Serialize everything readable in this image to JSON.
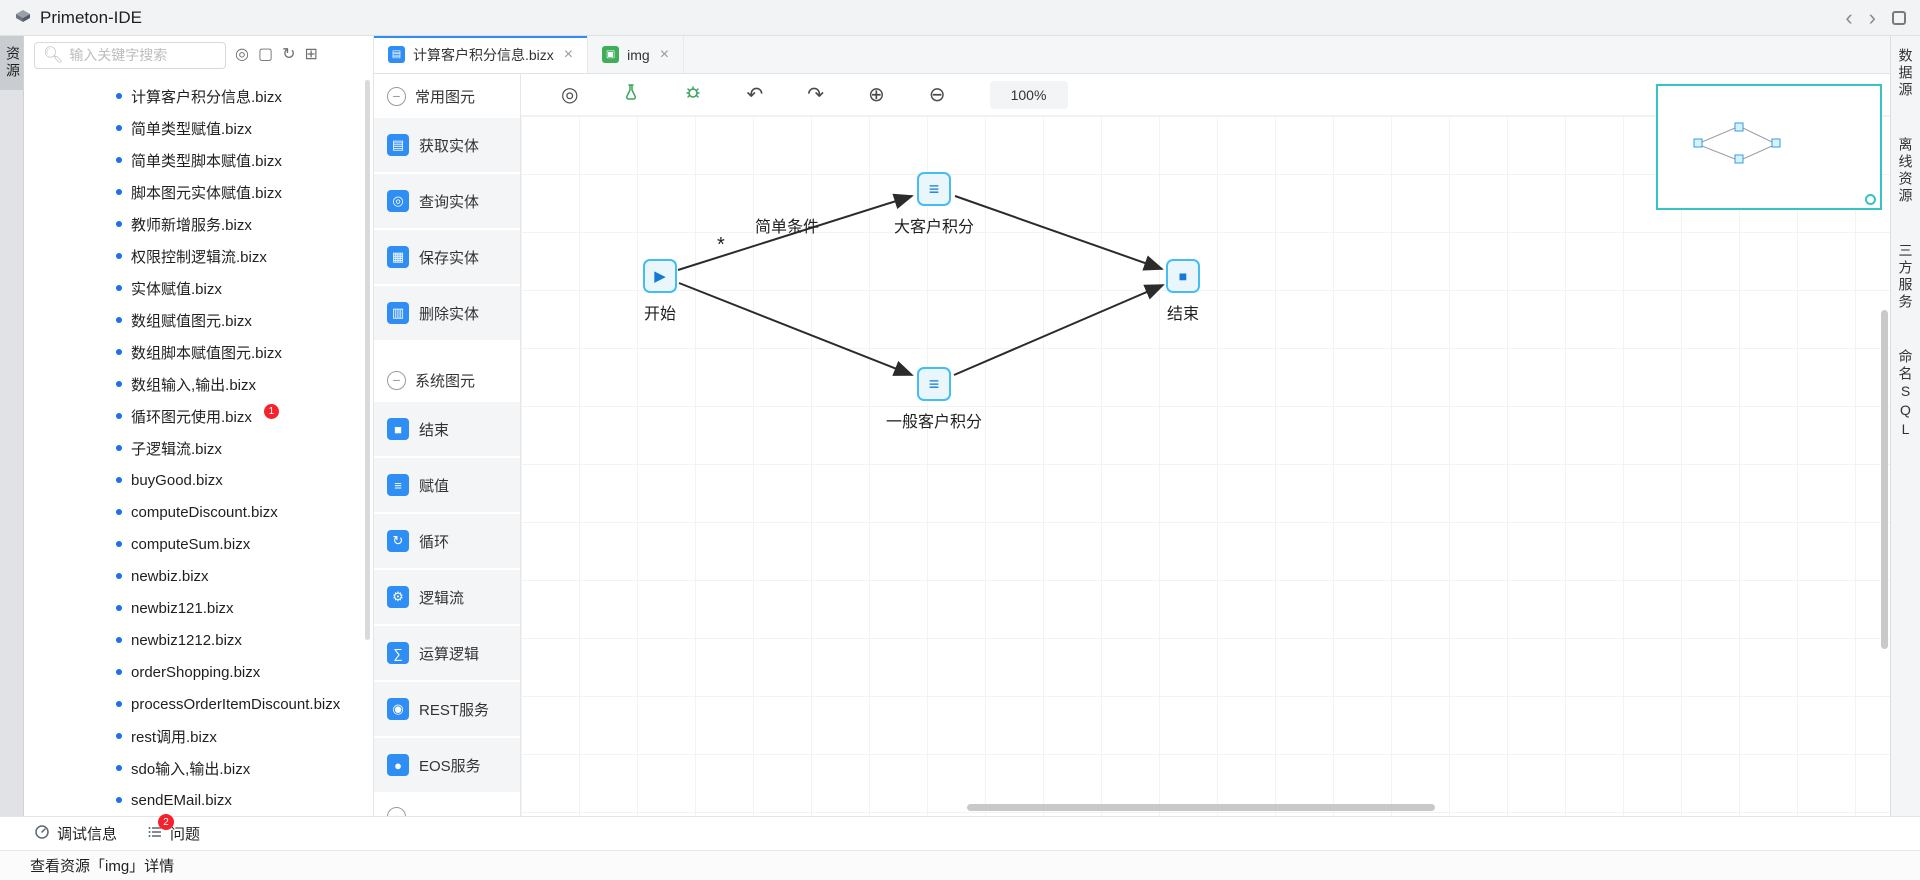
{
  "titlebar": {
    "app_title": "Primeton-IDE",
    "nav_back": "‹",
    "nav_forward": "›"
  },
  "left_rail": {
    "resources_tab": "资源"
  },
  "sidebar": {
    "search_placeholder": "输入关键字搜索",
    "tools": [
      {
        "name": "locate-icon",
        "glyph": "◎"
      },
      {
        "name": "validate-icon",
        "glyph": "▢"
      },
      {
        "name": "refresh-icon",
        "glyph": "↻"
      },
      {
        "name": "panel-icon",
        "glyph": "⊞"
      }
    ],
    "files": [
      {
        "label": "计算客户积分信息.bizx"
      },
      {
        "label": "简单类型赋值.bizx"
      },
      {
        "label": "简单类型脚本赋值.bizx"
      },
      {
        "label": "脚本图元实体赋值.bizx"
      },
      {
        "label": "教师新增服务.bizx"
      },
      {
        "label": "权限控制逻辑流.bizx"
      },
      {
        "label": "实体赋值.bizx"
      },
      {
        "label": "数组赋值图元.bizx"
      },
      {
        "label": "数组脚本赋值图元.bizx"
      },
      {
        "label": "数组输入,输出.bizx"
      },
      {
        "label": "循环图元使用.bizx",
        "badge": "1"
      },
      {
        "label": "子逻辑流.bizx"
      },
      {
        "label": "buyGood.bizx"
      },
      {
        "label": "computeDiscount.bizx"
      },
      {
        "label": "computeSum.bizx"
      },
      {
        "label": "newbiz.bizx"
      },
      {
        "label": "newbiz121.bizx"
      },
      {
        "label": "newbiz1212.bizx"
      },
      {
        "label": "orderShopping.bizx"
      },
      {
        "label": "processOrderItemDiscount.bizx"
      },
      {
        "label": "rest调用.bizx"
      },
      {
        "label": "sdo输入,输出.bizx"
      },
      {
        "label": "sendEMail.bizx"
      }
    ]
  },
  "editor_tabs": [
    {
      "label": "计算客户积分信息.bizx",
      "active": true
    },
    {
      "label": "img",
      "active": false
    }
  ],
  "palette": {
    "sections": [
      {
        "title": "常用图元",
        "collapse_glyph": "−",
        "items": [
          {
            "label": "获取实体",
            "glyph": "▤"
          },
          {
            "label": "查询实体",
            "glyph": "◎"
          },
          {
            "label": "保存实体",
            "glyph": "▦"
          },
          {
            "label": "删除实体",
            "glyph": "▥"
          }
        ]
      },
      {
        "title": "系统图元",
        "collapse_glyph": "−",
        "items": [
          {
            "label": "结束",
            "glyph": "■"
          },
          {
            "label": "赋值",
            "glyph": "≡"
          },
          {
            "label": "循环",
            "glyph": "↻"
          },
          {
            "label": "逻辑流",
            "glyph": "⚙"
          },
          {
            "label": "运算逻辑",
            "glyph": "∑"
          },
          {
            "label": "REST服务",
            "glyph": "◉"
          },
          {
            "label": "EOS服务",
            "glyph": "●"
          }
        ]
      }
    ]
  },
  "canvas_toolbar": {
    "zoom_level": "100%",
    "icons": [
      {
        "name": "show-id-icon",
        "glyph": "◎"
      },
      {
        "name": "test-flask-icon"
      },
      {
        "name": "debug-bug-icon"
      },
      {
        "name": "undo-icon",
        "glyph": "↶"
      },
      {
        "name": "redo-icon",
        "glyph": "↷"
      },
      {
        "name": "zoom-in-icon",
        "glyph": "⊕"
      },
      {
        "name": "zoom-out-icon",
        "glyph": "⊖"
      }
    ]
  },
  "canvas": {
    "nodes": [
      {
        "label": "开始",
        "type": "start",
        "glyph": "▶"
      },
      {
        "label": "大客户积分",
        "type": "assign",
        "glyph": "≡"
      },
      {
        "label": "一般客户积分",
        "type": "assign",
        "glyph": "≡"
      },
      {
        "label": "结束",
        "type": "end",
        "glyph": "■"
      }
    ],
    "edges": [
      {
        "from": "开始",
        "to": "大客户积分",
        "label": "简单条件"
      },
      {
        "from": "开始",
        "to": "一般客户积分",
        "label": "*"
      },
      {
        "from": "大客户积分",
        "to": "结束",
        "label": ""
      },
      {
        "from": "一般客户积分",
        "to": "结束",
        "label": ""
      }
    ],
    "edge_label": "简单条件",
    "branch_star": "*"
  },
  "right_rail": {
    "tabs": [
      "数据源",
      "离线资源",
      "三方服务",
      "命名SQL"
    ]
  },
  "bottom_bar": {
    "debug_label": "调试信息",
    "problems_label": "问题",
    "problems_badge": "2"
  },
  "status_bar": {
    "text": "查看资源「img」详情"
  },
  "colors": {
    "accent_blue": "#2f8ef4",
    "node_border": "#45bdf2",
    "node_fill": "#e9f7fd",
    "minimap_border": "#35c3c3",
    "badge_red": "#f5222d",
    "bullet_blue": "#1f6bf2",
    "toolbar_green": "#3aa55a",
    "edge_color": "#2b2b2b"
  }
}
